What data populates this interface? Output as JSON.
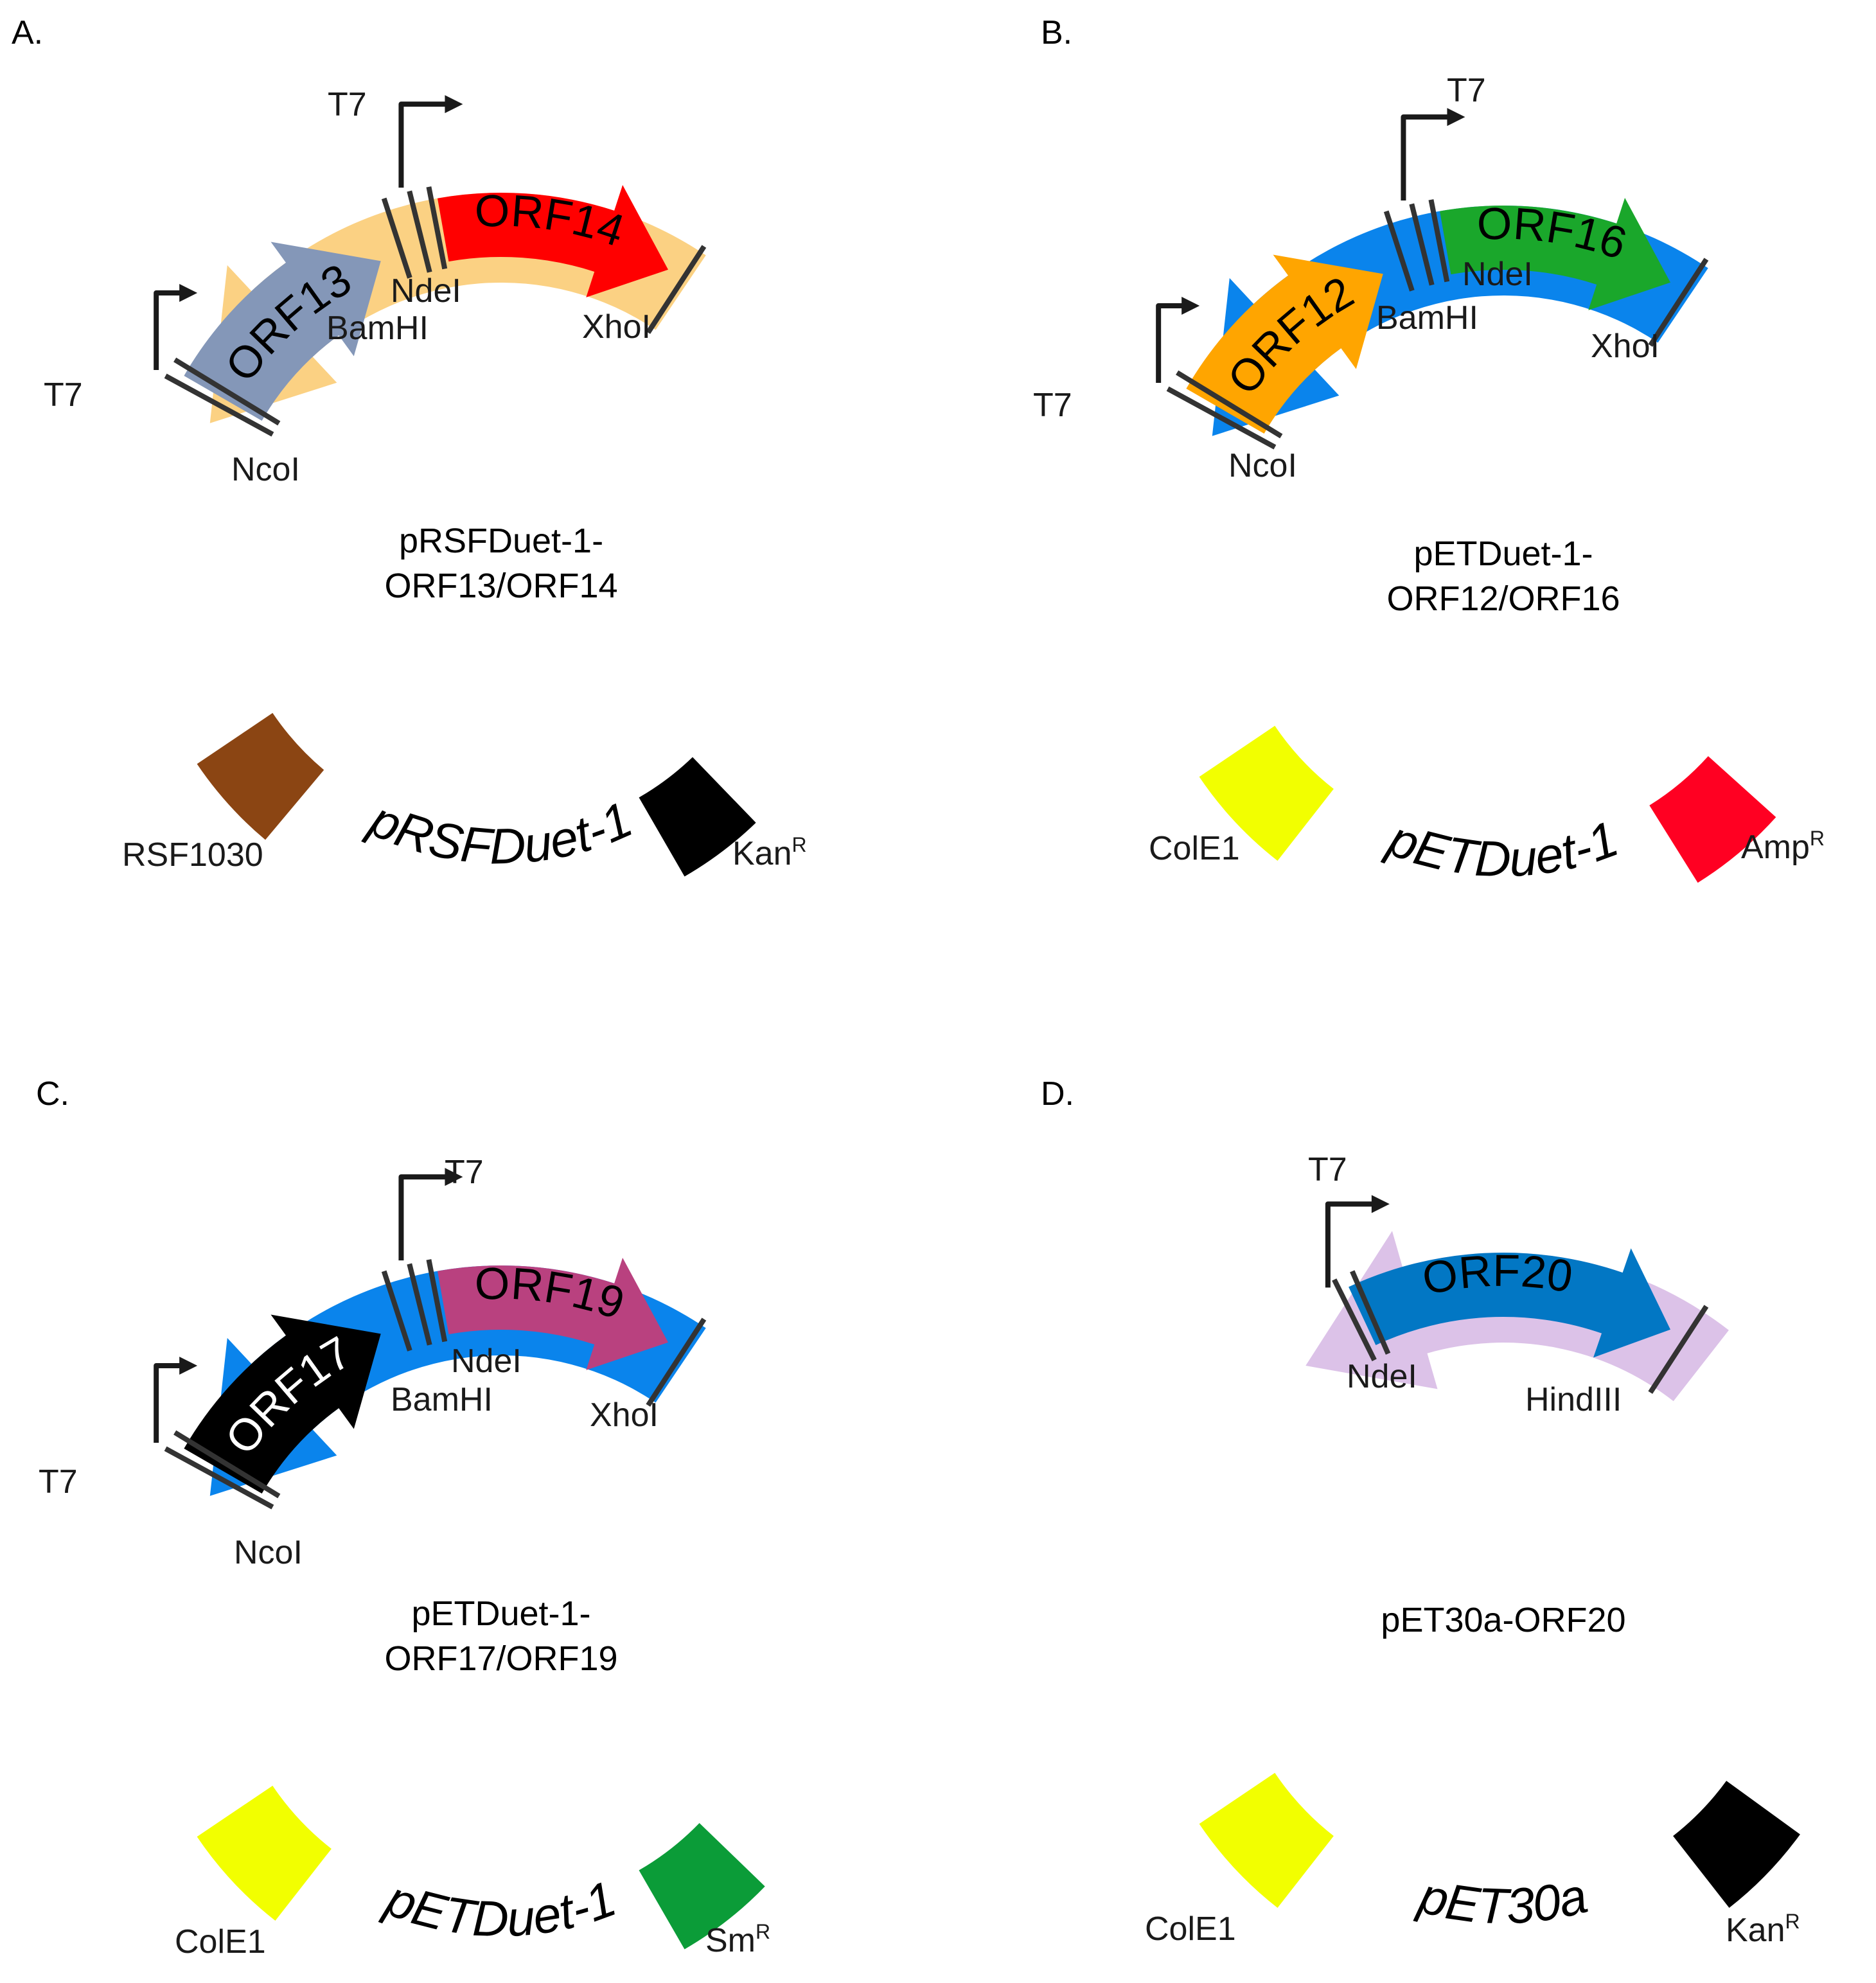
{
  "panels": [
    {
      "letter": "A.",
      "title_line1": "pRSFDuet-1-",
      "title_line2": "ORF13/ORF14",
      "backbone_label": "pRSFDuet-1",
      "colors": {
        "backbone": "#fbd183",
        "gene1": "#8497b8",
        "gene2": "#ff0000",
        "origin": "#8b4513",
        "marker": "#000000"
      },
      "gene1": {
        "name": "ORF13",
        "text_color": "#000000"
      },
      "gene2": {
        "name": "ORF14",
        "text_color": "#000000"
      },
      "sites": [
        "NcoI",
        "BamHI",
        "NdeI",
        "XhoI"
      ],
      "promoters": [
        "T7",
        "T7"
      ],
      "origin_label": "RSF1030",
      "marker_label": "Kan",
      "marker_sup": "R"
    },
    {
      "letter": "B.",
      "title_line1": "pETDuet-1-",
      "title_line2": "ORF12/ORF16",
      "backbone_label": "pETDuet-1",
      "colors": {
        "backbone": "#0a84ec",
        "gene1": "#ffa500",
        "gene2": "#1aa72b",
        "origin": "#f2ff00",
        "marker": "#ff0022"
      },
      "gene1": {
        "name": "ORF12",
        "text_color": "#000000"
      },
      "gene2": {
        "name": "ORF16",
        "text_color": "#000000"
      },
      "sites": [
        "NcoI",
        "BamHI",
        "NdeI",
        "XhoI"
      ],
      "promoters": [
        "T7",
        "T7"
      ],
      "origin_label": "ColE1",
      "marker_label": "Amp",
      "marker_sup": "R"
    },
    {
      "letter": "C.",
      "title_line1": "pETDuet-1-",
      "title_line2": "ORF17/ORF19",
      "backbone_label": "pETDuet-1",
      "colors": {
        "backbone": "#0a84ec",
        "gene1": "#000000",
        "gene2": "#b9417f",
        "origin": "#f2ff00",
        "marker": "#0b9c38"
      },
      "gene1": {
        "name": "ORF17",
        "text_color": "#ffffff"
      },
      "gene2": {
        "name": "ORF19",
        "text_color": "#000000"
      },
      "sites": [
        "NcoI",
        "BamHI",
        "NdeI",
        "XhoI"
      ],
      "promoters": [
        "T7",
        "T7"
      ],
      "origin_label": "ColE1",
      "marker_label": "Sm",
      "marker_sup": "R"
    },
    {
      "letter": "D.",
      "title_line1": "pET30a-ORF20",
      "title_line2": "",
      "backbone_label": "pET30a",
      "colors": {
        "backbone": "#dcc2e8",
        "gene1": "#0277c4",
        "origin": "#f2ff00",
        "marker": "#000000"
      },
      "gene1": {
        "name": "ORF20",
        "text_color": "#000000"
      },
      "sites": [
        "NdeI",
        "HindIII"
      ],
      "promoters": [
        "T7"
      ],
      "origin_label": "ColE1",
      "marker_label": "Kan",
      "marker_sup": "R"
    }
  ]
}
